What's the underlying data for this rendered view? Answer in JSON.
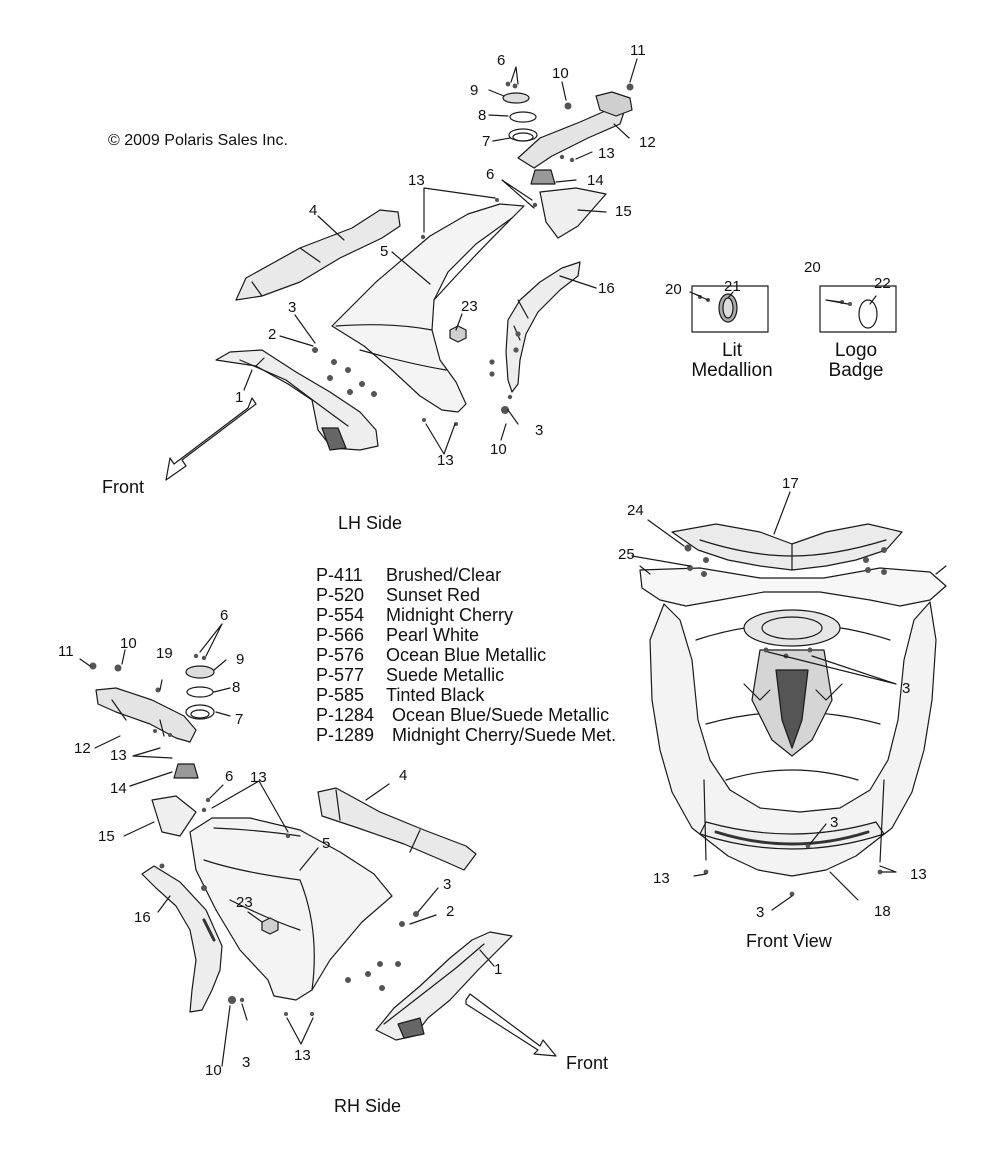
{
  "copyright": "© 2009 Polaris Sales Inc.",
  "views": {
    "lh_side": "LH Side",
    "rh_side": "RH Side",
    "front_view": "Front View"
  },
  "direction": {
    "front_upper": "Front",
    "front_lower": "Front"
  },
  "inset_boxes": {
    "lit_medallion": {
      "title_line1": "Lit",
      "title_line2": "Medallion",
      "callouts": [
        "20",
        "21"
      ]
    },
    "logo_badge": {
      "title_line1": "Logo",
      "title_line2": "Badge",
      "callouts": [
        "20",
        "22"
      ]
    }
  },
  "color_codes": [
    {
      "code": "P-411",
      "name": "Brushed/Clear"
    },
    {
      "code": "P-520",
      "name": "Sunset Red"
    },
    {
      "code": "P-554",
      "name": "Midnight Cherry"
    },
    {
      "code": "P-566",
      "name": "Pearl White"
    },
    {
      "code": "P-576",
      "name": "Ocean Blue Metallic"
    },
    {
      "code": "P-577",
      "name": "Suede Metallic"
    },
    {
      "code": "P-585",
      "name": "Tinted Black"
    },
    {
      "code": "P-1284",
      "name": "Ocean Blue/Suede Metallic"
    },
    {
      "code": "P-1289",
      "name": "Midnight Cherry/Suede Met."
    }
  ],
  "callouts": {
    "lh": [
      "6",
      "9",
      "8",
      "7",
      "10",
      "11",
      "12",
      "13",
      "14",
      "15",
      "6",
      "13",
      "4",
      "5",
      "16",
      "23",
      "3",
      "2",
      "1",
      "13",
      "10",
      "3"
    ],
    "rh": [
      "6",
      "11",
      "10",
      "19",
      "9",
      "8",
      "7",
      "12",
      "13",
      "14",
      "6",
      "13",
      "4",
      "15",
      "5",
      "16",
      "23",
      "3",
      "2",
      "1",
      "10",
      "3",
      "13"
    ],
    "front": [
      "17",
      "24",
      "25",
      "3",
      "3",
      "13",
      "13",
      "3",
      "18"
    ]
  },
  "line_color": "#1a1a1a"
}
